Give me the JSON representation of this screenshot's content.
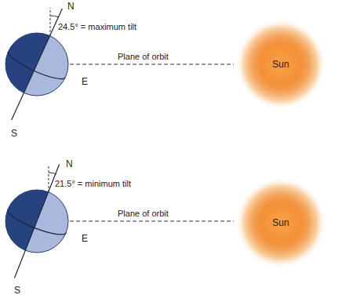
{
  "diagram": {
    "nodes": [
      {
        "text": [
          "Sun"
        ]
      },
      {
        "text": [
          "Sun"
        ]
      }
    ],
    "labels": [
      "N",
      "24.5° = maximum tilt",
      "E",
      "Plane of orbit",
      "S",
      "N",
      "21.5° = minimum tilt",
      "E",
      "Plane of orbit",
      "S"
    ]
  }
}
